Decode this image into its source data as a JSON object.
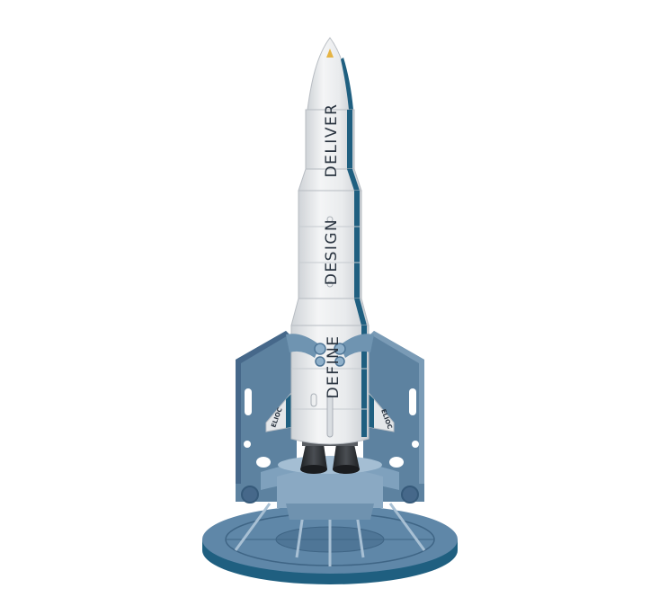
{
  "illustration": {
    "stages": {
      "top": "DELIVER",
      "middle": "DESIGN",
      "bottom": "DEFINE"
    },
    "fin_labels": {
      "left": "ELIOC",
      "right": "ELIOC"
    },
    "colors": {
      "body": "#eceef0",
      "body_shade": "#cfd3d7",
      "stripe": "#1f5f80",
      "stripe_light": "#6fa3bf",
      "tower": "#5d82a0",
      "tower_dark": "#46688a",
      "platform_top": "#5f87a8",
      "platform_side": "#1f5f80",
      "nozzle": "#2c2f33",
      "nose_tip": "#e5b343"
    }
  }
}
